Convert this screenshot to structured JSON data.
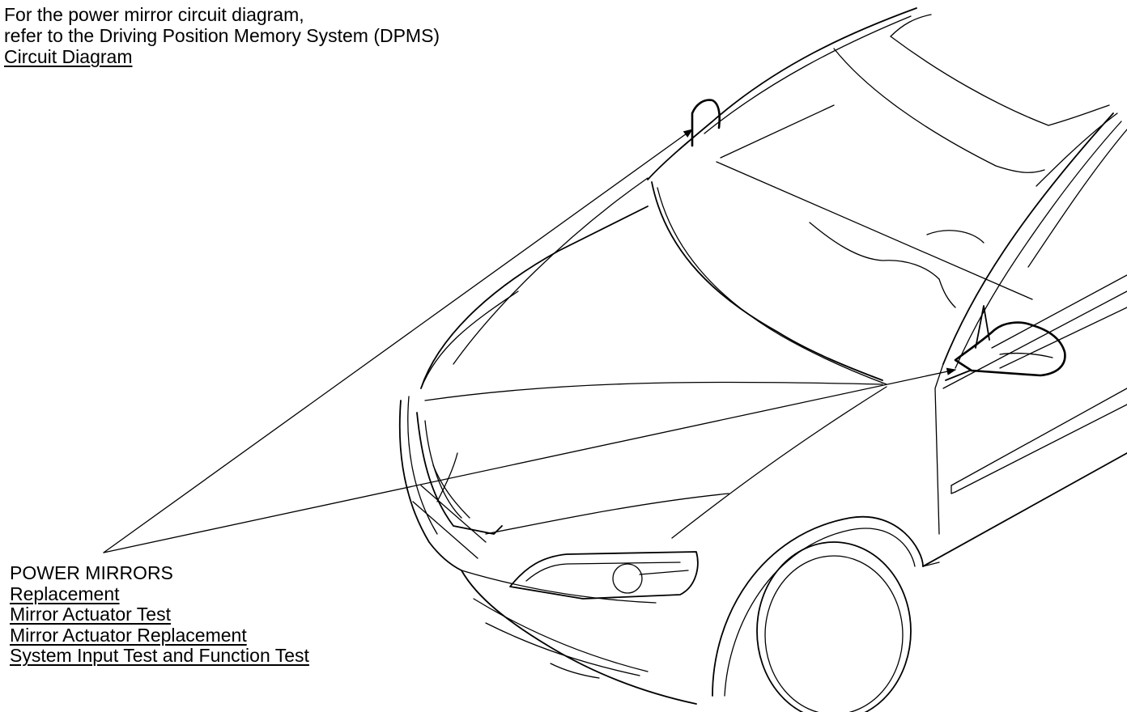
{
  "header_note": {
    "line1": "For the power mirror circuit diagram,",
    "line2": "refer to the Driving Position Memory System (DPMS)",
    "link": "Circuit Diagram"
  },
  "callout": {
    "title": "POWER MIRRORS",
    "links": [
      "Replacement",
      "Mirror Actuator Test",
      "Mirror Actuator Replacement",
      "System Input Test and Function Test"
    ]
  }
}
